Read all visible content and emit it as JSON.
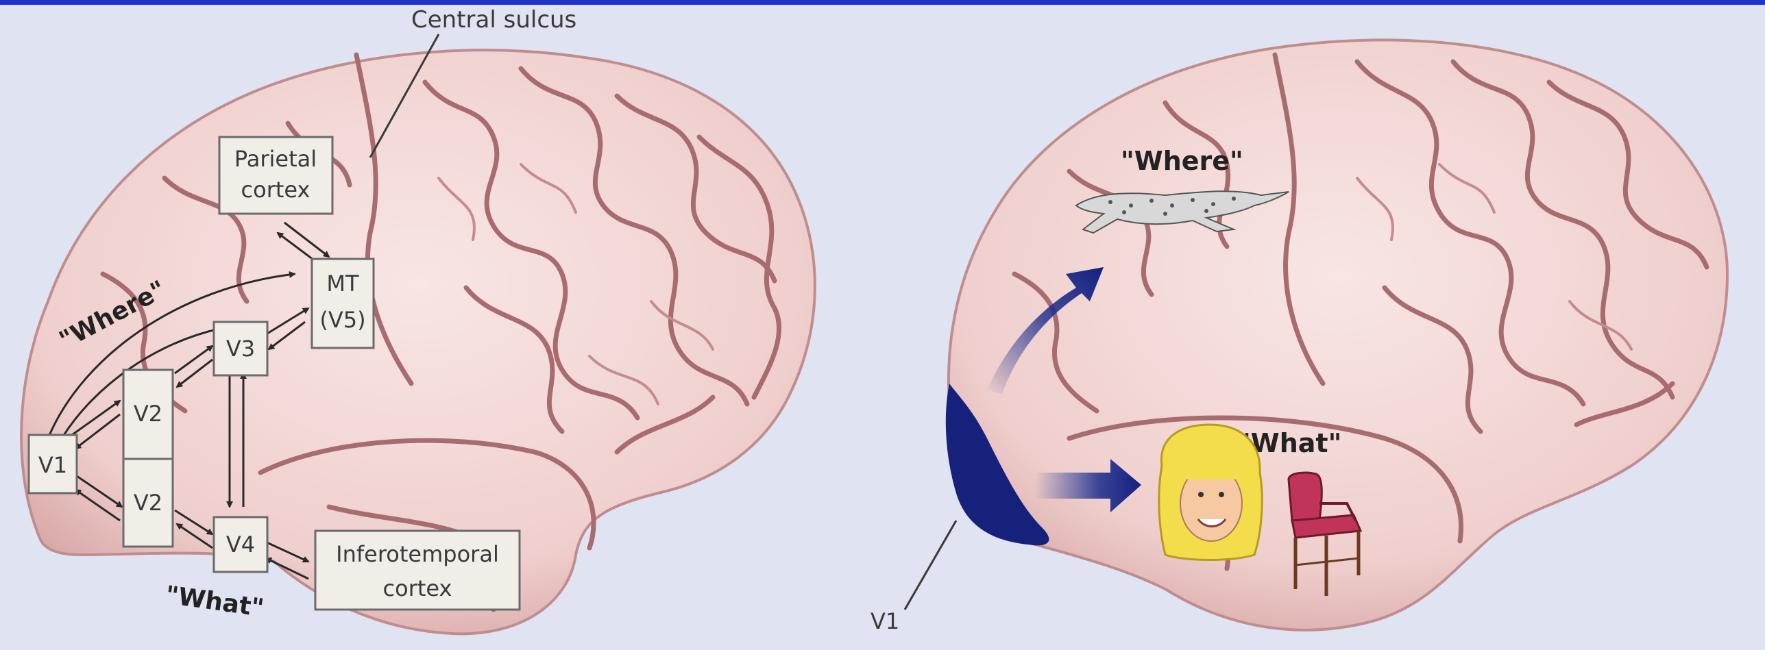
{
  "left_panel": {
    "central_sulcus": "Central sulcus",
    "boxes": {
      "parietal_line1": "Parietal",
      "parietal_line2": "cortex",
      "mt_line1": "MT",
      "mt_line2": "(V5)",
      "v3": "V3",
      "v2_top": "V2",
      "v2_bottom": "V2",
      "v1": "V1",
      "v4": "V4",
      "inferotemporal_line1": "Inferotemporal",
      "inferotemporal_line2": "cortex"
    },
    "where_label": "\"Where\"",
    "what_label": "\"What\""
  },
  "right_panel": {
    "where_label": "\"Where\"",
    "what_label": "\"What\"",
    "v1_label": "V1",
    "icons": [
      "cheetah-icon",
      "face-icon",
      "chair-icon"
    ]
  },
  "colors": {
    "background": "#dfe3f2",
    "brain_fill": "#f3d9d8",
    "gyrus_line": "#a86c70",
    "arrow_blue": "#1a2a8c",
    "v1_region": "#15217a",
    "top_border": "#2233cc"
  }
}
